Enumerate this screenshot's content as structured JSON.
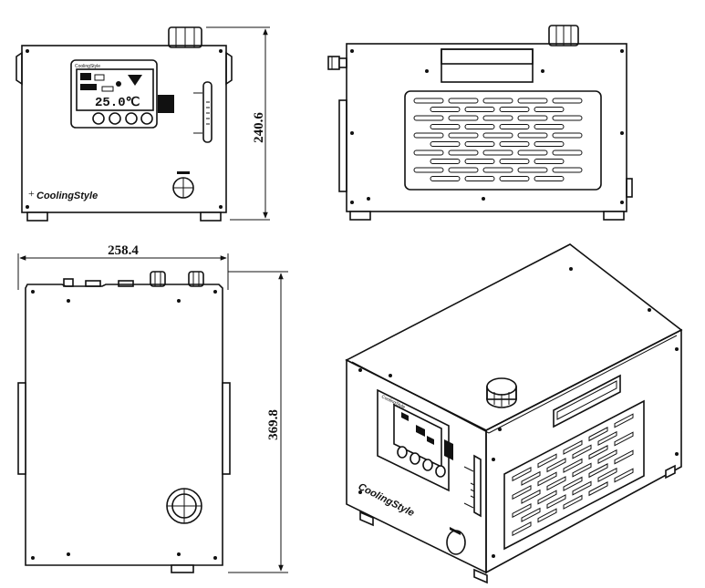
{
  "brand": {
    "logo_text": "CoolingStyle",
    "display_reading": "25.0℃"
  },
  "dimensions": {
    "height": "240.6",
    "width": "258.4",
    "depth": "369.8"
  }
}
